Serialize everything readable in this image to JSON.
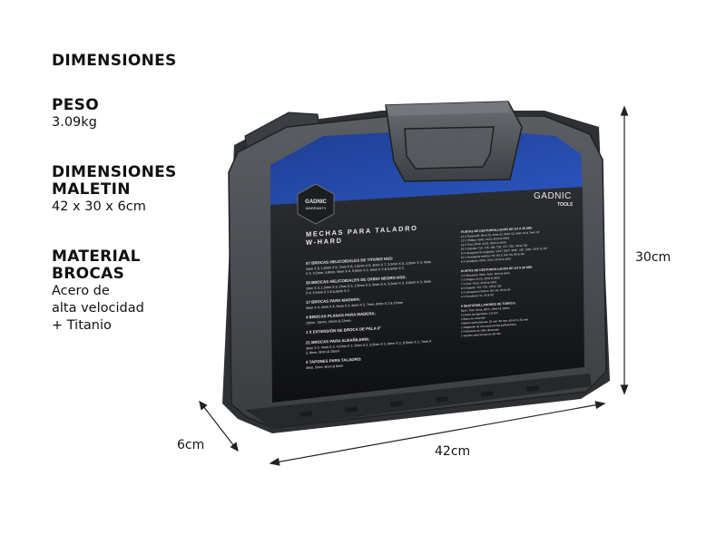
{
  "title": "DIMENSIONES",
  "specs": {
    "weight": {
      "label": "PESO",
      "value": "3.09kg"
    },
    "case_dimensions": {
      "label_line1": "DIMENSIONES",
      "label_line2": "MALETIN",
      "value": "42 x 30 x 6cm"
    },
    "material": {
      "label_line1": "MATERIAL",
      "label_line2": "BROCAS",
      "value_line1": "Acero de",
      "value_line2": "alta velocidad",
      "value_line3": "+ Titanio"
    }
  },
  "measurements": {
    "height": "30cm",
    "width": "42cm",
    "depth": "6cm"
  },
  "case_label": {
    "brand": "GADNIC",
    "brand_sub": "TOOLS",
    "badge_line1": "GADNIC",
    "badge_line2": "WARRANTY",
    "product_title_1": "MECHAS PARA TALADRO",
    "product_title_2": "W-HARD",
    "left_sections": [
      {
        "heading": "57 BROCAS HELICOIDALES DE TITANIO HSS:",
        "lines": [
          "1mm X 6, 1,5mm X 6, 2mm X 6, 2,5mm X 6, 3mm X 7, 3,2mm X 6, 3,5mm X 4, 4mm",
          "X 4, 4,5mm, 4,8mm, 5mm X 4, 5,5mm X 2, 6mm X 2 & 6,5mm X 2"
        ]
      },
      {
        "heading": "30 BROCAS HELICOIDALES DE OXIDO NEGRO HSS:",
        "lines": [
          "1mm X 3, 1,5mm X 3, 2mm X 3, 2,5mm X 3, 3mm X 4, 3,2mm X 3, 3,5mm X 3, 4mm",
          "X 4, 5,5mm X 2 & 6,5mm X 2"
        ]
      },
      {
        "heading": "17 BROCAS PARA MADERA:",
        "lines": [
          "3mm X 4, 4mm X 4, 5mm X 3, 6mm X 2, 7mm, 8mm X 2 & 10mm"
        ]
      },
      {
        "heading": "4 BROCAS PLANAS PARA MADERA:",
        "lines": [
          "13mm, 16mm, 19mm & 22mm"
        ]
      },
      {
        "heading": "1 X EXTENSIÓN DE BROCA DE PALA 6\"",
        "lines": []
      },
      {
        "heading": "21 BROCAS PARA ALBAÑILERÍA:",
        "lines": [
          "3mm X 2, 4mm X 2, 4,5mm X 2, 5mm X 2, 5,5mm X 2, 6mm X 2, 6,5mm X 2, 7mm X",
          "2, 8mm, 9mm & 10mm"
        ]
      },
      {
        "heading": "4 TAPONES PARA TALADRO:",
        "lines": [
          "3mm, 5mm, 6mm & 8mm"
        ]
      }
    ],
    "right_sections": [
      {
        "heading": "PUNTAS DE DESTORNILLADOR DE 1/4 X 25 MM:",
        "lines": [
          "10 X Ranurado: 3mm X2, 4mm X2, 5mm X2, 6mm X2 & 7mm X2",
          "12 X Phillips: #0X2, #1X4, #2X4 & #3X2",
          "12 X Pozi: #0X2, #1X3, #2X4 & #3X3",
          "16 X Estrella: T10, T15, T20, T25, T27, T30, T40 & T45",
          "8 X Hexagonal de pulgadas: 1/16\", 5/64\", 3/32\", 1/8\", 5/32\", 3/16\" & 1/4\"",
          "10 X Hexagonal métrico: H2, H2.5, H3, H4, H5 & H6",
          "8 X Cuadrado: #0X2, #1X2, #2X2 & #3X2"
        ]
      },
      {
        "heading": "PUNTAS DE DESTORNILLADOR DE 1/4 X 50 MM:",
        "lines": [
          "4 X Ranurado: 3mm, 4mm, 5mm & 6mm",
          "7 X Phillips: #1X2, #2X3 & #3X2",
          "7 X Pozi: #1X2, #2X3 & #3X2",
          "8 X Estrella: T10, T20, T25 & T30",
          "6 X Hexagonal métrico: H3, H4, H5 & H6",
          "4 X Cuadrado: #1, #2 & #3"
        ]
      },
      {
        "heading": "9 DESTORNILLADORES DE TUERCA:",
        "lines": [
          "5mm, 7mm, 8mm, 9mm, 10mm & 12mm",
          "2 Llaves hexagonales: 2,5 mm",
          "1 Barra de conexión",
          "4 Barras perforadoras: 32 mm, 60 mm, 45 mm y 54 mm",
          "1 Adaptador de cruz para barras perforadoras",
          "1 Perforador de cifan ahuecado",
          "1 Soporte para brocas de 58 mm"
        ]
      }
    ]
  }
}
